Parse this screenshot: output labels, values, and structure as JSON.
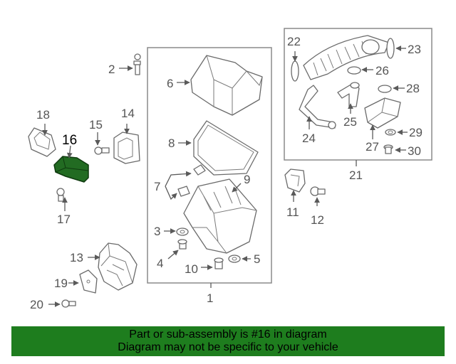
{
  "colors": {
    "highlight": "#226b22",
    "banner": "#1e7d1e",
    "line": "#6a6a6a"
  },
  "callouts": {
    "n1": "1",
    "n2": "2",
    "n3": "3",
    "n4": "4",
    "n5": "5",
    "n6": "6",
    "n7": "7",
    "n8": "8",
    "n9": "9",
    "n10": "10",
    "n11": "11",
    "n12": "12",
    "n13": "13",
    "n14": "14",
    "n15": "15",
    "n16": "16",
    "n17": "17",
    "n18": "18",
    "n19": "19",
    "n20": "20",
    "n21": "21",
    "n22": "22",
    "n23": "23",
    "n24": "24",
    "n25": "25",
    "n26": "26",
    "n27": "27",
    "n28": "28",
    "n29": "29",
    "n30": "30"
  },
  "banner": {
    "line1": "Part or sub-assembly is #16 in diagram",
    "line2": "Diagram may not be specific to your vehicle"
  }
}
